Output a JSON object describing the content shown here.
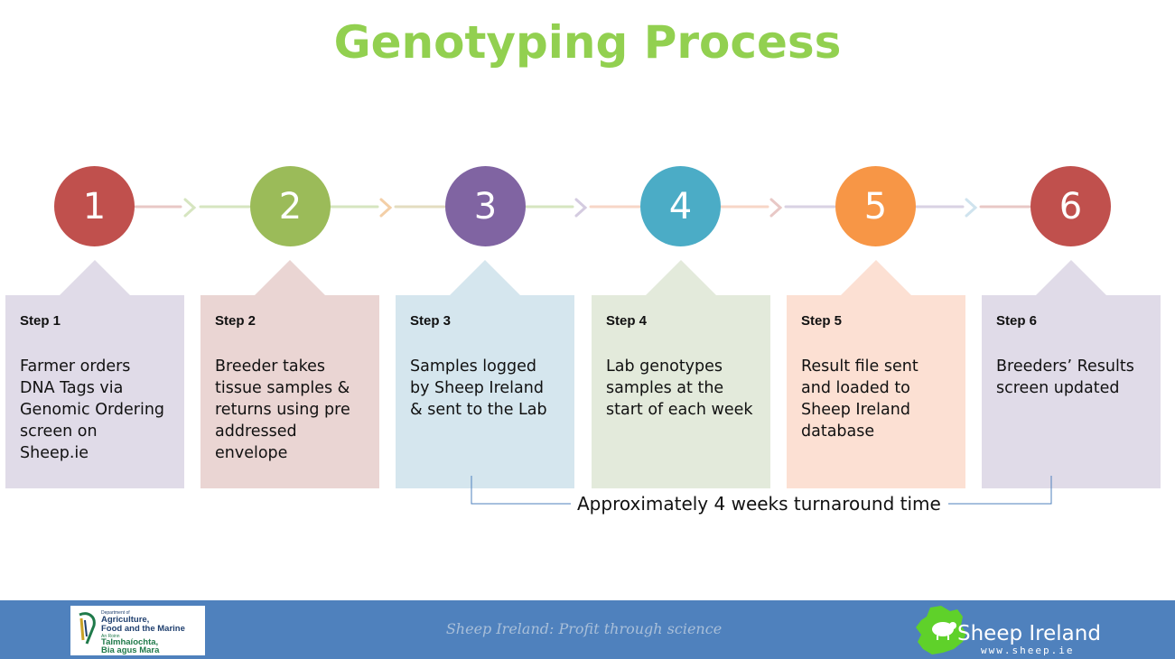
{
  "title": "Genotyping Process",
  "colors": {
    "title": "#92d050",
    "circles": [
      "#c0504d",
      "#9bbb59",
      "#8064a2",
      "#4bacc6",
      "#f79646",
      "#c0504d"
    ],
    "cards": [
      "#e0dbe8",
      "#ead5d3",
      "#d5e6ee",
      "#e3eadb",
      "#fce0d3",
      "#e0dbe8"
    ],
    "footer": "#4f81bd"
  },
  "steps": [
    {
      "number": "1",
      "label": "Step 1",
      "text": "Farmer orders\nDNA Tags via\nGenomic Ordering\nscreen on\nSheep.ie"
    },
    {
      "number": "2",
      "label": "Step 2",
      "text": "Breeder takes\ntissue samples &\nreturns using pre\naddressed\nenvelope"
    },
    {
      "number": "3",
      "label": "Step 3",
      "text": "Samples logged\nby Sheep Ireland\n& sent to the Lab"
    },
    {
      "number": "4",
      "label": "Step 4",
      "text": "Lab genotypes\nsamples at the\nstart of each week"
    },
    {
      "number": "5",
      "label": "Step 5",
      "text": "Result file sent\nand loaded to\nSheep Ireland\ndatabase"
    },
    {
      "number": "6",
      "label": "Step 6",
      "text": "Breeders’ Results\nscreen updated"
    }
  ],
  "turnaround": "Approximately 4 weeks turnaround time",
  "footer": {
    "tagline": "Sheep Ireland: Profit through science",
    "dept_logo": {
      "small": "Department of",
      "main": "Agriculture,\nFood and the Marine",
      "irish_small": "An Roinn",
      "irish": "Talmhaíochta,\nBia agus Mara"
    },
    "sheep_logo": {
      "name": "Sheep Ireland",
      "url": "www.sheep.ie"
    }
  }
}
